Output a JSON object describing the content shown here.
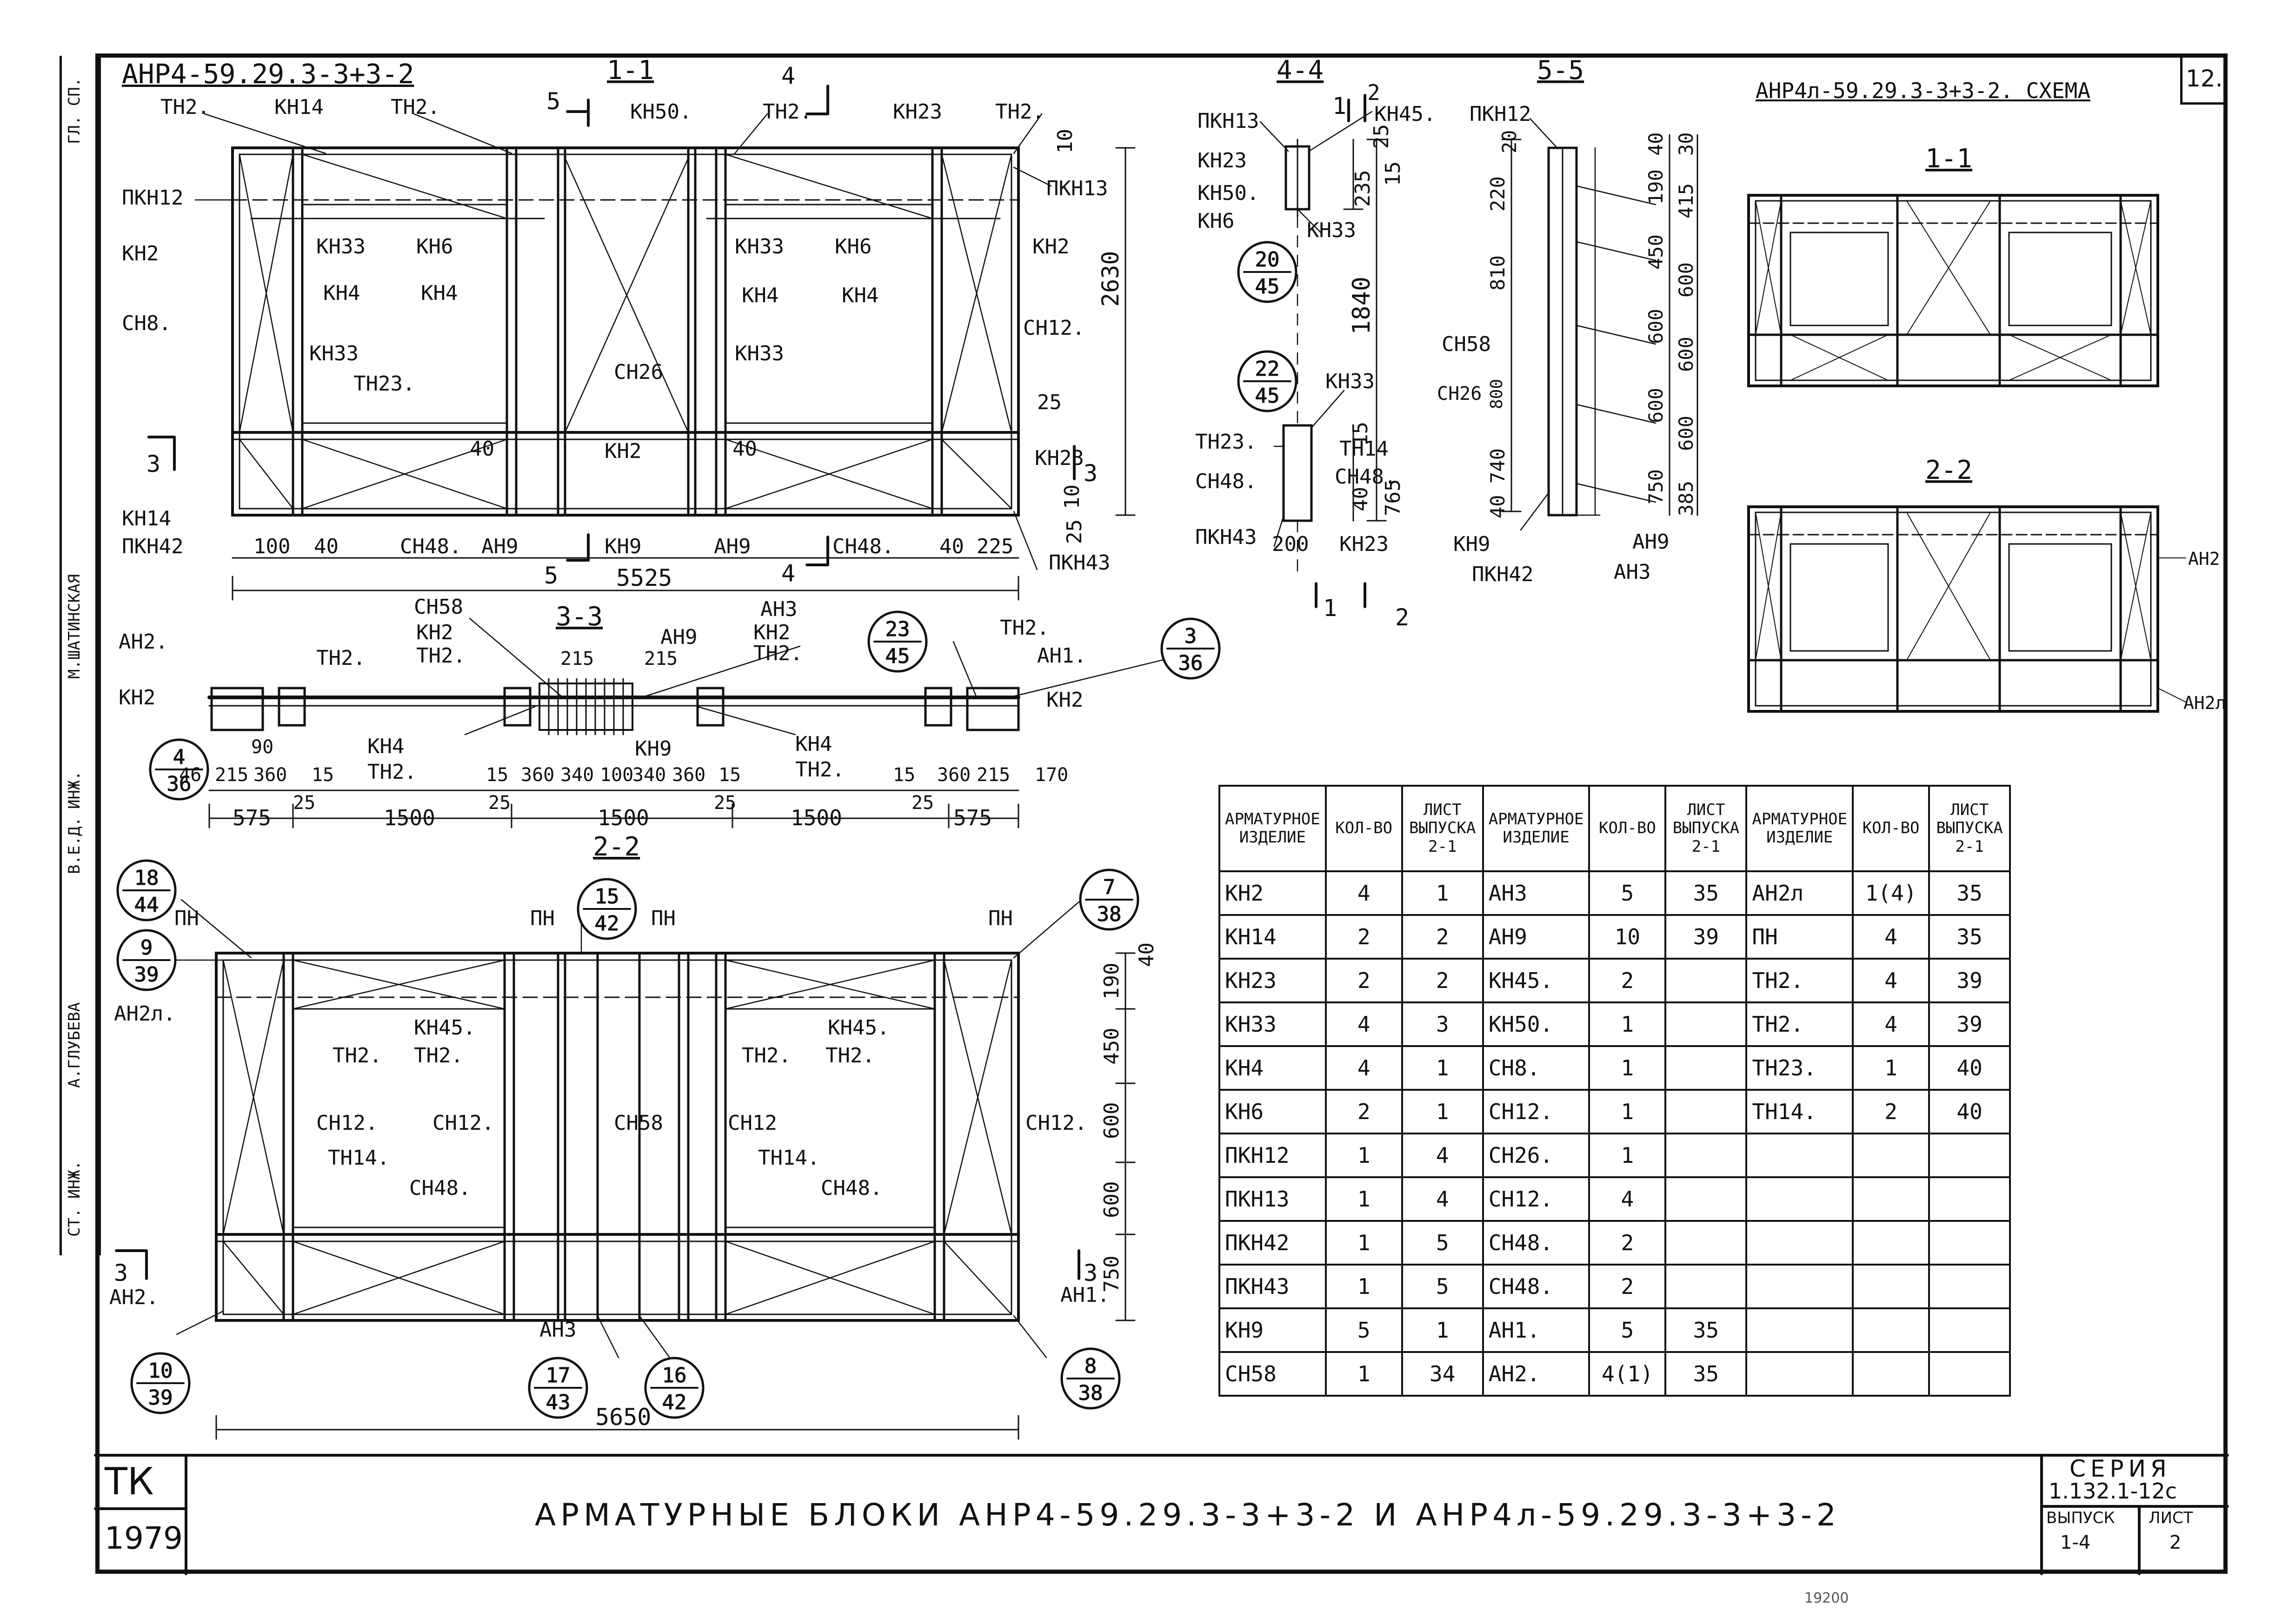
{
  "sheet": {
    "sheet_number": "12.",
    "block_title_left": "АНР4-59.29.3-3+3-2",
    "block_title_right": "АНР4л-59.29.3-3+3-2. СХЕМА",
    "main_title": "АРМАТУРНЫЕ БЛОКИ АНР4-59.29.3-3+3-2 И АНР4л-59.29.3-3+3-2",
    "tk": "ТК",
    "year": "1979",
    "series_label": "СЕРИЯ",
    "series_value": "1.132.1-12с",
    "issue_label": "ВЫПУСК",
    "issue_value": "1-4",
    "list_label": "ЛИСТ",
    "list_value": "2",
    "bottom_note": "19200"
  },
  "side_stamp": {
    "roles": [
      "СТ. ИНЖ.",
      "ИНЖ.",
      "ГЛ. СП."
    ],
    "names": [
      "А.ГЛУБЕВА",
      "М.ШАТИНСКАЯ",
      "В.Е.Д."
    ]
  },
  "sections": {
    "s11": "1-1",
    "s22": "2-2",
    "s33": "3-3",
    "s44": "4-4",
    "s55": "5-5",
    "sch11": "1-1",
    "sch22": "2-2"
  },
  "view11": {
    "labels": [
      "ТН2.",
      "КН14",
      "ТН2.",
      "КН50.",
      "ТН2.",
      "КН23",
      "ТН2.",
      "ПКН12",
      "ПКН13",
      "КН2",
      "КН33",
      "КН6",
      "КН33",
      "КН6",
      "КН2",
      "КН4",
      "КН4",
      "КН4",
      "КН4",
      "СН8.",
      "СН12.",
      "КН33",
      "КН33",
      "ТН23.",
      "СН26",
      "КН2",
      "КН23",
      "КН14",
      "ПКН42",
      "СН48.",
      "АН9",
      "КН9",
      "АН9",
      "СН48.",
      "ПКН43"
    ],
    "dims": [
      "100",
      "40",
      "40",
      "40",
      "40",
      "225",
      "5525",
      "2630",
      "25",
      "10",
      "10",
      "25"
    ],
    "cut_marks": [
      "5",
      "4",
      "3",
      "3",
      "5",
      "4"
    ]
  },
  "view33": {
    "labels": [
      "СН58",
      "КН2",
      "ТН2.",
      "АН3",
      "АН9",
      "КН2",
      "ТН2.",
      "ТН2.",
      "АН1.",
      "АН2.",
      "КН2",
      "ТН2.",
      "КН2",
      "КН4",
      "ТН2.",
      "КН9",
      "КН4",
      "ТН2."
    ],
    "dims": [
      "46",
      "215",
      "90",
      "360",
      "15",
      "25",
      "15",
      "25",
      "360",
      "340",
      "100",
      "340",
      "360",
      "15",
      "25",
      "15",
      "25",
      "360",
      "215",
      "170",
      "575",
      "1500",
      "1500",
      "1500",
      "575",
      "215",
      "215"
    ]
  },
  "view22": {
    "labels": [
      "ПН",
      "ПН",
      "ПН",
      "ПН",
      "АН2л.",
      "КН45.",
      "КН45.",
      "ТН2.",
      "ТН2.",
      "ТН2.",
      "ТН2.",
      "СН12.",
      "СН12.",
      "СН58",
      "СН12",
      "СН12.",
      "ТН14.",
      "ТН14.",
      "СН48.",
      "СН48.",
      "АН2.",
      "АН1.",
      "АН3"
    ],
    "dims": [
      "190",
      "40",
      "450",
      "600",
      "600",
      "750",
      "5650"
    ],
    "cut_marks": [
      "3",
      "3"
    ]
  },
  "view44": {
    "labels": [
      "ПКН13",
      "КН45.",
      "КН23",
      "КН50.",
      "КН6",
      "КН33",
      "КН33",
      "ТН23.",
      "ТН14",
      "СН48.",
      "СН48.",
      "ПКН43",
      "КН23"
    ],
    "dims": [
      "25",
      "235",
      "15",
      "1840",
      "15",
      "765",
      "40",
      "200"
    ],
    "cut_marks": [
      "1",
      "2",
      "1",
      "2"
    ]
  },
  "view55": {
    "labels": [
      "ПКН12",
      "СН58",
      "СН26",
      "КН9",
      "ПКН42",
      "АН9",
      "АН3"
    ],
    "dims_left": [
      "20",
      "220",
      "810",
      "800",
      "740",
      "40"
    ],
    "dims_right": [
      "40",
      "190",
      "450",
      "600",
      "600",
      "750",
      "30",
      "415",
      "600",
      "600",
      "600",
      "385"
    ]
  },
  "schema": {
    "labels": [
      "АН2",
      "АН2л"
    ]
  },
  "callouts": [
    {
      "top": "20",
      "bottom": "45"
    },
    {
      "top": "22",
      "bottom": "45"
    },
    {
      "top": "23",
      "bottom": "45"
    },
    {
      "top": "3",
      "bottom": "36"
    },
    {
      "top": "4",
      "bottom": "36"
    },
    {
      "top": "18",
      "bottom": "44"
    },
    {
      "top": "9",
      "bottom": "39"
    },
    {
      "top": "15",
      "bottom": "42"
    },
    {
      "top": "7",
      "bottom": "38"
    },
    {
      "top": "10",
      "bottom": "39"
    },
    {
      "top": "17",
      "bottom": "43"
    },
    {
      "top": "16",
      "bottom": "42"
    },
    {
      "top": "8",
      "bottom": "38"
    }
  ],
  "spec_table": {
    "headers": [
      "АРМАТУРНОЕ ИЗДЕЛИЕ",
      "КОЛ-ВО",
      "ЛИСТ ВЫПУСКА 2-1",
      "АРМАТУРНОЕ ИЗДЕЛИЕ",
      "КОЛ-ВО",
      "ЛИСТ ВЫПУСКА 2-1",
      "АРМАТУРНОЕ ИЗДЕЛИЕ",
      "КОЛ-ВО",
      "ЛИСТ ВЫПУСКА 2-1"
    ],
    "rows": [
      [
        "КН2",
        "4",
        "1",
        "АН3",
        "5",
        "35",
        "АН2л",
        "1(4)",
        "35"
      ],
      [
        "КН14",
        "2",
        "2",
        "АН9",
        "10",
        "39",
        "ПН",
        "4",
        "35"
      ],
      [
        "КН23",
        "2",
        "2",
        "КН45.",
        "2",
        "",
        "ТН2.",
        "4",
        "39"
      ],
      [
        "КН33",
        "4",
        "3",
        "КН50.",
        "1",
        "",
        "ТН2.",
        "4",
        "39"
      ],
      [
        "КН4",
        "4",
        "1",
        "СН8.",
        "1",
        "",
        "ТН23.",
        "1",
        "40"
      ],
      [
        "КН6",
        "2",
        "1",
        "СН12.",
        "1",
        "",
        "ТН14.",
        "2",
        "40"
      ],
      [
        "ПКН12",
        "1",
        "4",
        "СН26.",
        "1",
        "",
        "",
        "",
        ""
      ],
      [
        "ПКН13",
        "1",
        "4",
        "СН12.",
        "4",
        "",
        "",
        "",
        ""
      ],
      [
        "ПКН42",
        "1",
        "5",
        "СН48.",
        "2",
        "",
        "",
        "",
        ""
      ],
      [
        "ПКН43",
        "1",
        "5",
        "СН48.",
        "2",
        "",
        "",
        "",
        ""
      ],
      [
        "КН9",
        "5",
        "1",
        "АН1.",
        "5",
        "35",
        "",
        "",
        ""
      ],
      [
        "СН58",
        "1",
        "34",
        "АН2.",
        "4(1)",
        "35",
        "",
        "",
        ""
      ]
    ]
  }
}
